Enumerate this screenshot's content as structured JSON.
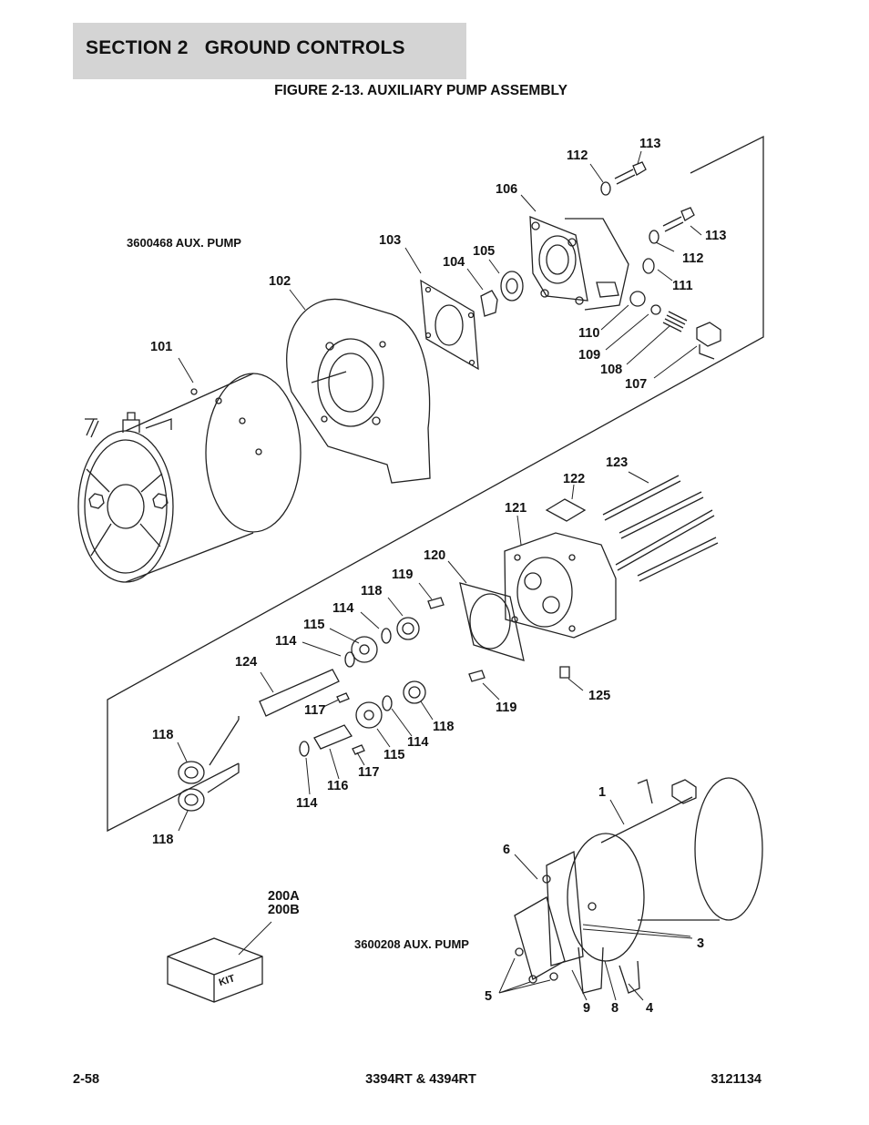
{
  "header": {
    "section": "SECTION 2   GROUND CONTROLS"
  },
  "figure": {
    "title": "FIGURE 2-13. AUXILIARY PUMP ASSEMBLY"
  },
  "assemblies": {
    "top": "3600468 AUX. PUMP",
    "bottom": "3600208 AUX. PUMP"
  },
  "kit": {
    "label": "KIT"
  },
  "callouts": {
    "c112a": "112",
    "c113a": "113",
    "c106": "106",
    "c113b": "113",
    "c112b": "112",
    "c111": "111",
    "c103": "103",
    "c105": "105",
    "c104": "104",
    "c102": "102",
    "c110": "110",
    "c109": "109",
    "c108": "108",
    "c107": "107",
    "c101": "101",
    "c123": "123",
    "c122": "122",
    "c121": "121",
    "c120": "120",
    "c119a": "119",
    "c118a": "118",
    "c114a": "114",
    "c115a": "115",
    "c114b": "114",
    "c124": "124",
    "c117a": "117",
    "c118b": "118",
    "c114c": "114",
    "c115b": "115",
    "c117b": "117",
    "c116": "116",
    "c114d": "114",
    "c118c": "118",
    "c118d": "118",
    "c119b": "119",
    "c125": "125",
    "c1": "1",
    "c6": "6",
    "c3": "3",
    "c5": "5",
    "c9": "9",
    "c8": "8",
    "c4": "4",
    "c200a": "200A",
    "c200b": "200B"
  },
  "footer": {
    "page": "2-58",
    "model": "3394RT & 4394RT",
    "doc": "3121134"
  }
}
